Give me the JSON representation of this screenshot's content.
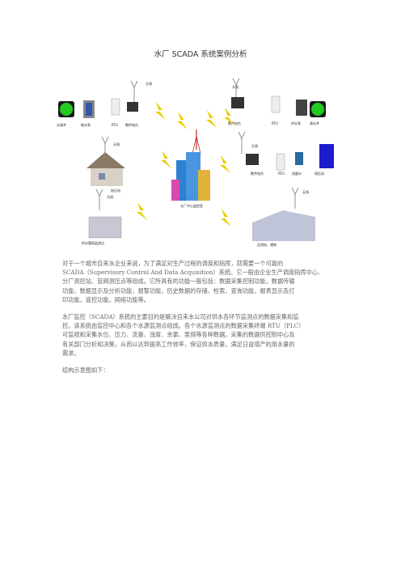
{
  "title": "水厂 SCADA 系统案例分析",
  "diagram": {
    "labels": {
      "well_water": "水源井",
      "pump_room": "取水泵",
      "rtu_1": "RTU",
      "radio_1": "数传电台",
      "antenna_1": "天线",
      "antenna_2": "天线",
      "radio_2": "数传电台",
      "rtu_2": "RTU",
      "supply_pump": "供水泵",
      "clear_well": "清水井",
      "antenna_3": "天线",
      "pump_station": "加压站",
      "antenna_4": "天线",
      "radio_3": "数传电台",
      "rtu_3": "RTU",
      "flow_meter": "流量计",
      "monitor_station": "测压站",
      "center": "水厂中心监控室",
      "antenna_5": "天线",
      "pipe_monitor": "供水管网监测点",
      "antenna_6": "天线",
      "customer": "远测站、建筑"
    }
  },
  "paragraphs": [
    [
      "对于一个城市自来水企业来说，为了满足对生产过程的调度和指挥，就需要一个可靠的",
      "SCADA（Supervisory Control And Data Acquisition）系统。它一般由企业生产调度指挥中心、",
      "分厂测控站、管网测压点等组成。它所具有的功能一般包括：数据采集控制功能，数据传输",
      "功能，数据显示及分析功能，报警功能，历史数据的存储、检索、查询功能，报表显示及打",
      "印功能，遥控功能，网络功能等。"
    ],
    [
      "水厂监控（SCADA）系统的主要目的是解决自来水公司对供水各环节监测点的数据采集和监",
      "控。该系统由监控中心和各个水源监测点组成。各个水源监测点的数据采集终端 RTU（PLC）",
      "可监视和采集水位、压力、流量、浊度、余氯、泵频等各种数据。采集的数据供控制中心及",
      "有关部门分析和决策，从而以达到提高工作效率，保证供水质量，满足日益增产的用水量的",
      "需求。"
    ],
    [
      "结构示意图如下："
    ]
  ]
}
